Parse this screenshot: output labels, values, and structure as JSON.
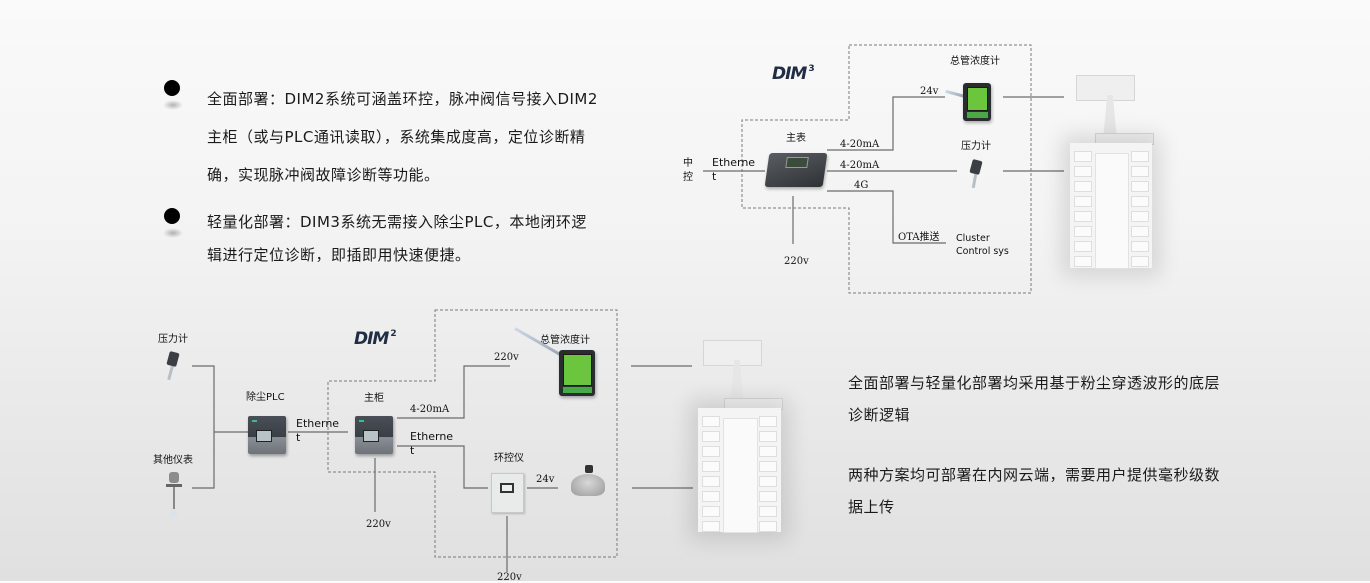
{
  "bullets": [
    {
      "lines": [
        "全面部署：DIM2系统可涵盖环控，脉冲阀信号接入DIM2",
        "主柜（或与PLC通讯读取），系统集成度高，定位诊断精",
        "确，实现脉冲阀故障诊断等功能。"
      ]
    },
    {
      "lines": [
        "轻量化部署：DIM3系统无需接入除尘PLC，本地闭环逻",
        "辑进行定位诊断，即插即用快速便捷。"
      ]
    }
  ],
  "summary": {
    "p1_lines": [
      "全面部署与轻量化部署均采用基于粉尘穿透波形的底层",
      "诊断逻辑"
    ],
    "p2_lines": [
      "两种方案均可部署在内网云端，需要用户提供毫秒级数",
      "据上传"
    ]
  },
  "dim3": {
    "logo": "DIM",
    "logo_sup": "3",
    "central_label": "中\n控",
    "ethernet": "Etherne\nt",
    "main_unit_label": "主表",
    "link_4_20_a": "4-20mA",
    "link_4_20_b": "4-20mA",
    "link_4g": "4G",
    "concentration_meter_label": "总管浓度计",
    "voltage_24": "24v",
    "pressure_gauge_label": "压力计",
    "ota_label": "OTA推送",
    "cluster_label": "Cluster\nControl sys",
    "power_220": "220v"
  },
  "dim2": {
    "logo": "DIM",
    "logo_sup": "2",
    "pressure_gauge_label": "压力计",
    "other_meters_label": "其他仪表",
    "plc_label": "除尘PLC",
    "ethernet_1": "Etherne\nt",
    "main_cabinet_label": "主柜",
    "link_4_20": "4-20mA",
    "ethernet_2": "Etherne\nt",
    "power_220_main": "220v",
    "concentration_meter_label": "总管浓度计",
    "voltage_220": "220v",
    "env_controller_label": "环控仪",
    "voltage_24": "24v",
    "power_220_env": "220v"
  }
}
